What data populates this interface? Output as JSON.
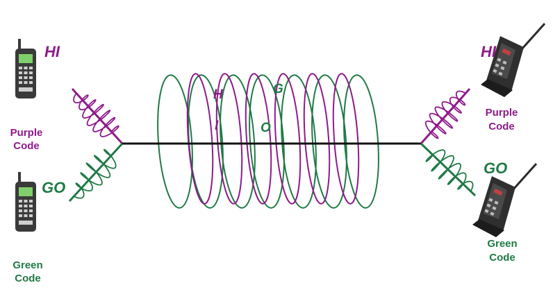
{
  "colors": {
    "purple": "#8e1a8a",
    "green": "#1f7a45",
    "axis": "#111111",
    "phone_body": "#3a3a3a",
    "phone_screen": "#7fd06a"
  },
  "left": {
    "top_phone": {
      "icon": "handheld-phone-icon",
      "message": "HI",
      "caption_1": "Purple",
      "caption_2": "Code"
    },
    "bottom_phone": {
      "icon": "handheld-phone-icon",
      "message": "GO",
      "caption_1": "Green",
      "caption_2": "Code"
    }
  },
  "right": {
    "top_phone": {
      "icon": "flip-phone-icon",
      "message": "HI",
      "caption_1": "Purple",
      "caption_2": "Code"
    },
    "bottom_phone": {
      "icon": "flip-phone-icon",
      "message": "GO",
      "caption_1": "Green",
      "caption_2": "Code"
    }
  },
  "channel_letters": {
    "h": "H",
    "i": "I",
    "g": "G",
    "o": "O"
  }
}
